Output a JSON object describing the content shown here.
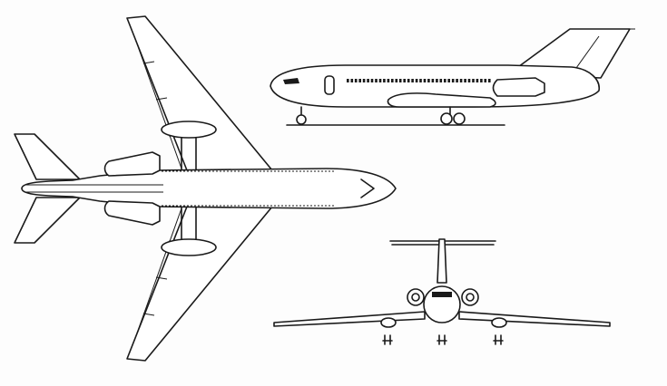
{
  "drawing": {
    "views": [
      "top-view",
      "side-view",
      "front-view"
    ],
    "colors": {
      "line": "#1a1a1a",
      "paper": "#fdfdfd"
    },
    "side_view_window_count": 36
  }
}
